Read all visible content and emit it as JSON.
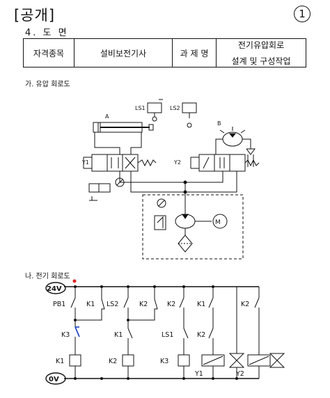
{
  "header": {
    "title": "[공개]",
    "page_number": "1"
  },
  "section": {
    "label": "4. 도 면"
  },
  "info_table": {
    "col1": "자격종목",
    "col2": "설비보전기사",
    "col3": "과 제 명",
    "col4_line1": "전기유압회로",
    "col4_line2": "설계 및 구성작업"
  },
  "hydraulic": {
    "title": "가. 유압 회로도",
    "labels": {
      "cylinder_a": "A",
      "motor_b": "B",
      "ls1": "LS1",
      "ls2": "LS2",
      "y1": "Y1",
      "y2": "Y2"
    }
  },
  "electrical": {
    "title": "나. 전기 회로도",
    "labels": {
      "supply_top": "24V",
      "supply_bottom": "0V",
      "pb1": "PB1",
      "k1": "K1",
      "k2": "K2",
      "k3": "K3",
      "ls1": "LS1",
      "ls2": "LS2",
      "y1": "Y1",
      "y2": "Y2"
    }
  }
}
